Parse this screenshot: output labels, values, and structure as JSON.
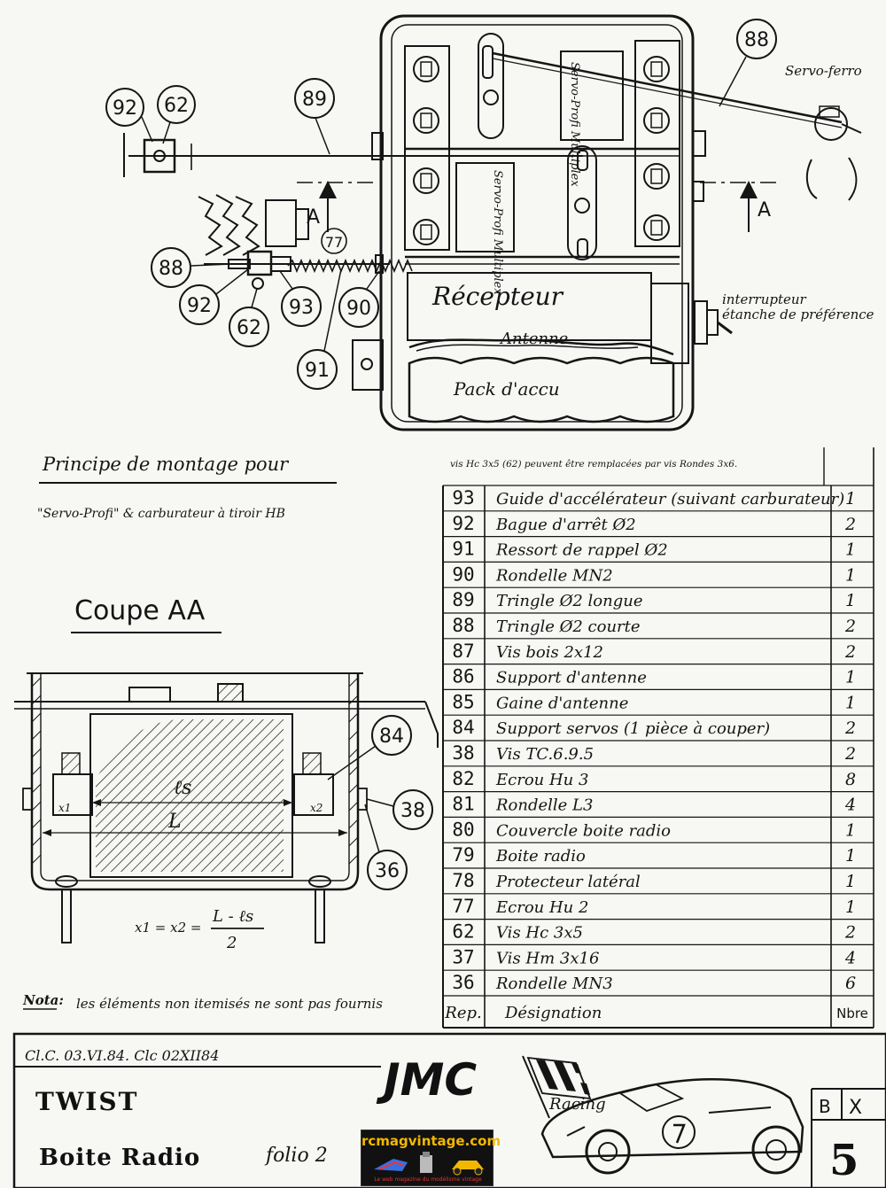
{
  "drawing": {
    "callouts": [
      "92",
      "62",
      "89",
      "88",
      "88",
      "92",
      "62",
      "93",
      "90",
      "91",
      "84",
      "38",
      "36"
    ],
    "labels": {
      "servo_ferro": "Servo-ferro",
      "section_a_left": "A",
      "section_a_right": "A",
      "nut_77": "77",
      "servo_profi_multiplex_1": "Servo-Profi Multiplex",
      "servo_profi_multiplex_2": "Servo-Profi Multiplex",
      "recepteur": "Récepteur",
      "antenne": "Antenne",
      "pack_accu": "Pack d'accu",
      "switch_line1": "interrupteur",
      "switch_line2": "étanche de préférence"
    },
    "principle_line1": "Principe de montage pour",
    "principle_line2": "\"Servo-Profi\" & carburateur à tiroir HB",
    "section_title": "Coupe AA",
    "section_labels": {
      "ls": "ℓs",
      "L": "L",
      "x1": "x1",
      "x2": "x2"
    },
    "formula": {
      "lhs": "x1 = x2 =",
      "numerator": "L - ℓs",
      "denominator": "2"
    },
    "note_label": "Nota:",
    "note_text": "les éléments non itemisés ne sont pas fournis"
  },
  "parts_table": {
    "footnote": "vis Hc 3x5 (62) peuvent être remplacées par vis Rondes 3x6.",
    "header": {
      "rep": "Rep.",
      "designation": "Désignation",
      "qty": "Nbre"
    },
    "rows": [
      {
        "rep": "93",
        "designation": "Guide d'accélérateur (suivant carburateur)",
        "qty": "1"
      },
      {
        "rep": "92",
        "designation": "Bague d'arrêt Ø2",
        "qty": "2"
      },
      {
        "rep": "91",
        "designation": "Ressort de rappel Ø2",
        "qty": "1"
      },
      {
        "rep": "90",
        "designation": "Rondelle MN2",
        "qty": "1"
      },
      {
        "rep": "89",
        "designation": "Tringle Ø2 longue",
        "qty": "1"
      },
      {
        "rep": "88",
        "designation": "Tringle Ø2 courte",
        "qty": "2"
      },
      {
        "rep": "87",
        "designation": "Vis bois 2x12",
        "qty": "2"
      },
      {
        "rep": "86",
        "designation": "Support d'antenne",
        "qty": "1"
      },
      {
        "rep": "85",
        "designation": "Gaine d'antenne",
        "qty": "1"
      },
      {
        "rep": "84",
        "designation": "Support servos (1 pièce à couper)",
        "qty": "2"
      },
      {
        "rep": "38",
        "designation": "Vis TC.6.9.5",
        "qty": "2"
      },
      {
        "rep": "82",
        "designation": "Ecrou Hu 3",
        "qty": "8"
      },
      {
        "rep": "81",
        "designation": "Rondelle L3",
        "qty": "4"
      },
      {
        "rep": "80",
        "designation": "Couvercle boite radio",
        "qty": "1"
      },
      {
        "rep": "79",
        "designation": "Boite radio",
        "qty": "1"
      },
      {
        "rep": "78",
        "designation": "Protecteur latéral",
        "qty": "1"
      },
      {
        "rep": "77",
        "designation": "Ecrou Hu 2",
        "qty": "1"
      },
      {
        "rep": "62",
        "designation": "Vis Hc 3x5",
        "qty": "2"
      },
      {
        "rep": "37",
        "designation": "Vis Hm 3x16",
        "qty": "4"
      },
      {
        "rep": "36",
        "designation": "Rondelle MN3",
        "qty": "6"
      }
    ]
  },
  "title_block": {
    "reference": "Cl.C. 03.VI.84. Clc 02XII84",
    "model": "TWIST",
    "subject": "Boite Radio",
    "folio": "folio 2",
    "brand": "JMC",
    "brand_sub": "Racing",
    "revision_1": "B",
    "revision_2": "X",
    "sheet": "5",
    "watermark_title": "rcmagvintage.com",
    "watermark_sub": "Le web magazine du modélisme vintage"
  },
  "icons": [
    "checkered-flag-icon",
    "race-car-icon"
  ]
}
